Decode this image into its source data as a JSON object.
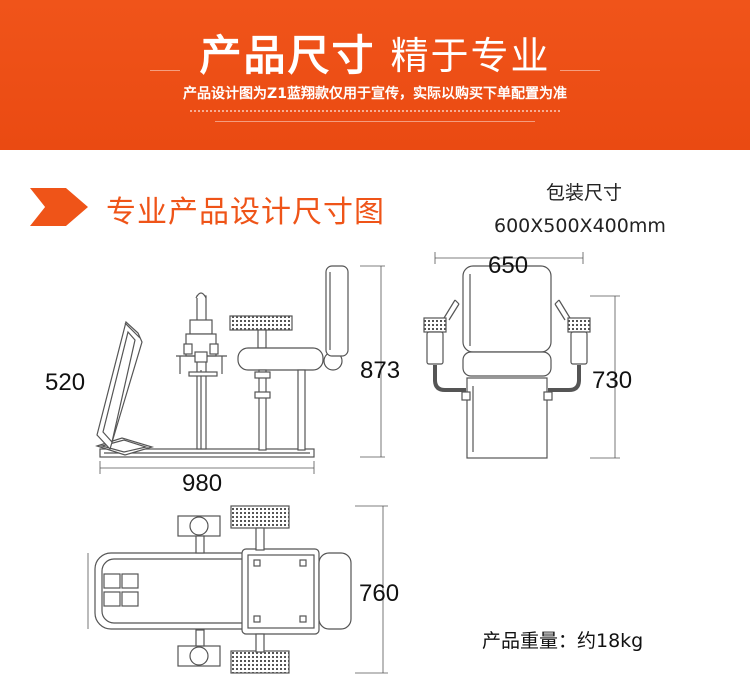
{
  "header": {
    "title_bold": "产品尺寸",
    "title_light": "精于专业",
    "subtitle": "产品设计图为Z1蓝翔款仅用于宣传，实际以购买下单配置为准"
  },
  "section": {
    "title": "专业产品设计尺寸图",
    "icon": "arrow-chevron-icon"
  },
  "packaging": {
    "label": "包装尺寸",
    "value": "600X500X400mm"
  },
  "dimensions": {
    "side_height_left": "520",
    "side_height_right": "873",
    "side_length": "980",
    "front_width": "650",
    "front_height": "730",
    "top_width": "760"
  },
  "weight": "产品重量：约18kg",
  "colors": {
    "brand_orange": "#ef5418",
    "line": "#555555"
  }
}
